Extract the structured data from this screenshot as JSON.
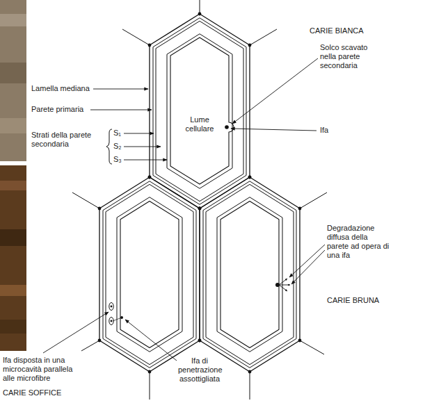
{
  "diagram": {
    "nodes": [
      {
        "text": [
          "Lume cellulare"
        ]
      }
    ],
    "labels": [
      "CARIE BIANCA",
      "Solco scavato nella parete secondaria",
      "Lamella mediana",
      "Parete primaria",
      "Strati della parete secondaria",
      "S₁",
      "S₂",
      "S₃",
      "Ifa",
      "Degradazione diffusa della parete ad opera di una ifa",
      "CARIE BRUNA",
      "Ifa disposta in una microcavità parallela alle microfibre",
      "Ifa di penetrazione assottigliata",
      "CARIE SOFFICE"
    ]
  }
}
